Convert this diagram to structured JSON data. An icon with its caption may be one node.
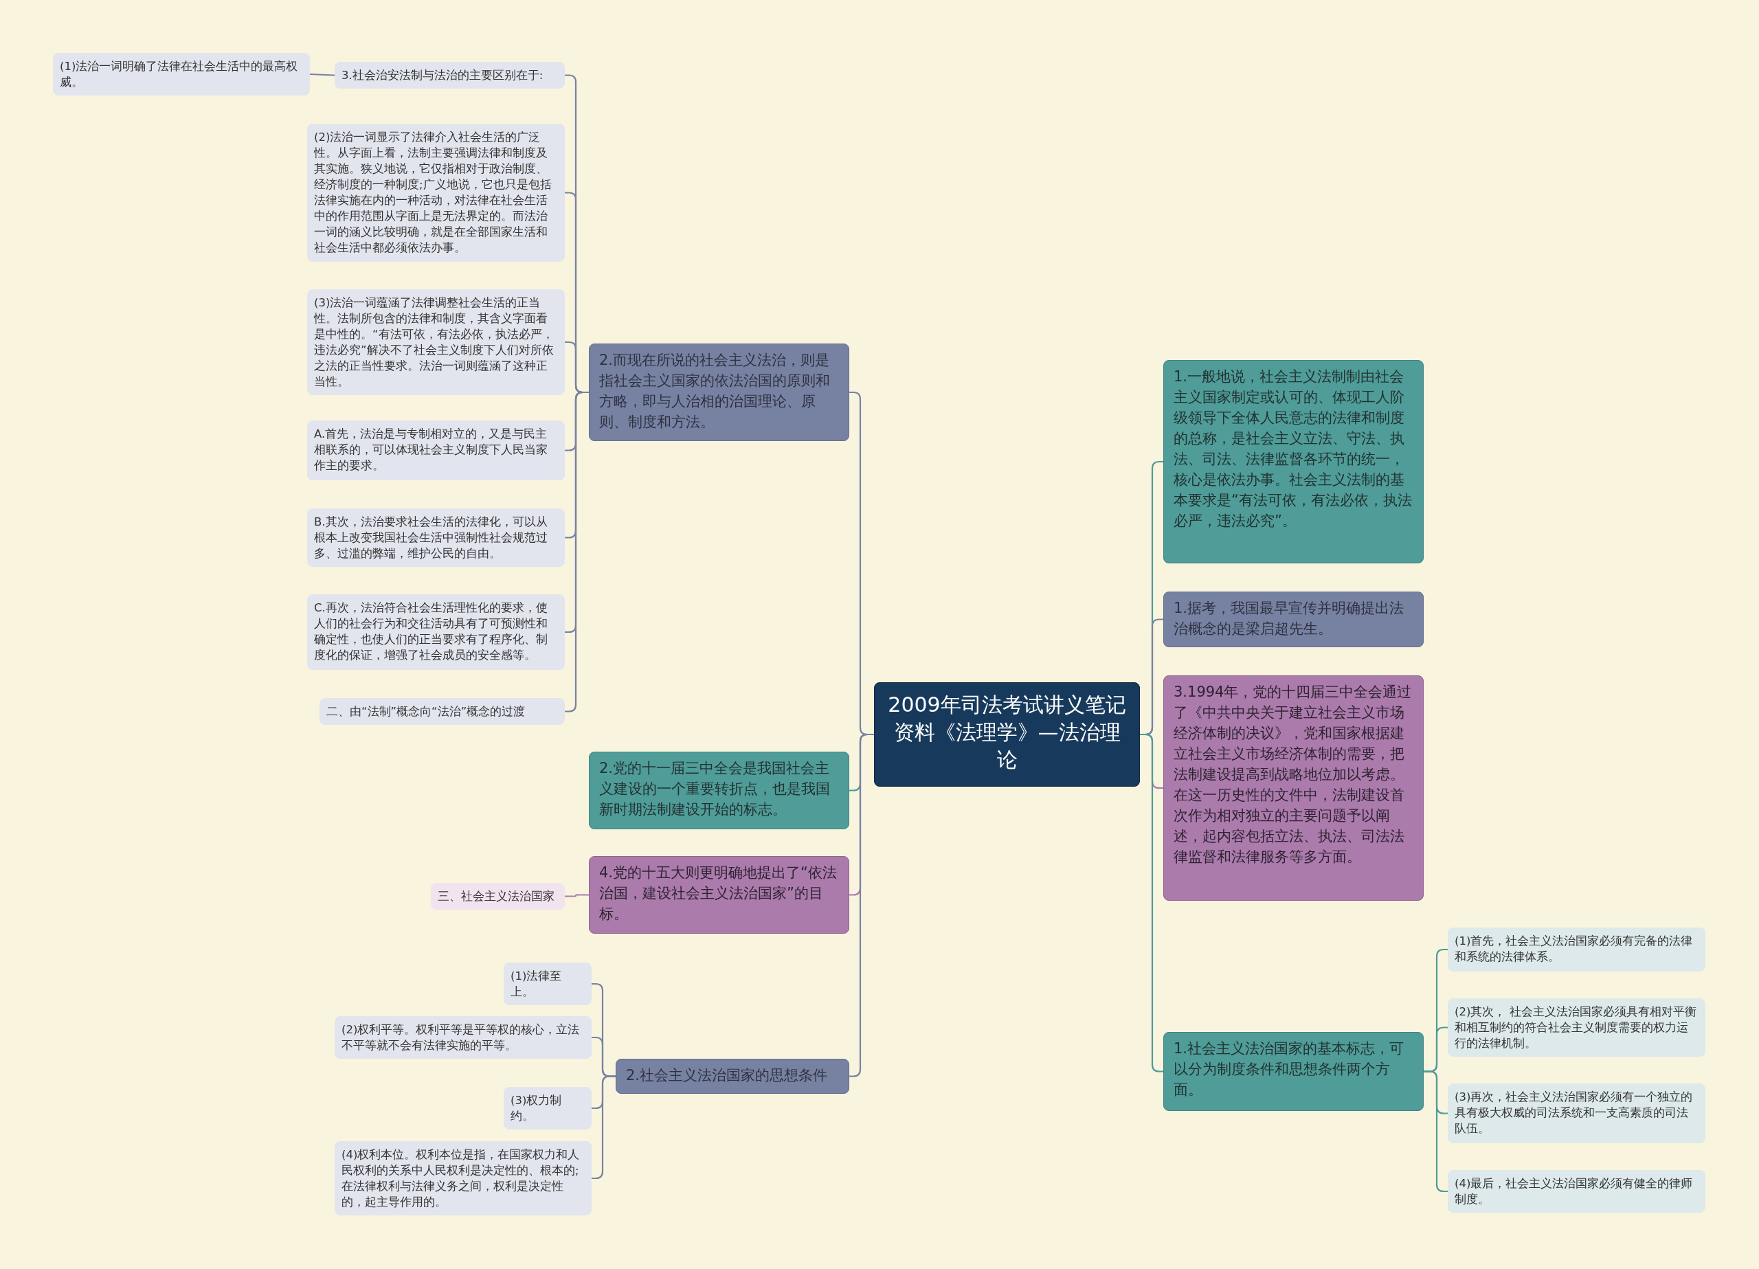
{
  "diagram": {
    "nodes": [
      {
        "text": [
          "2009年司法考试讲义笔记资料《法理学》—法治理论"
        ]
      },
      {
        "text": [
          "2.而现在所说的社会主义法治，则是指社会主义国家的依法治国的原则和方略，即与人治相的治国理论、原则、制度和方法。"
        ]
      },
      {
        "text": [
          "2.党的十一届三中全会是我国社会主义建设的一个重要转折点，也是我国新时期法制建设开始的标志。"
        ]
      },
      {
        "text": [
          "4.党的十五大则更明确地提出了“依法治国，建设社会主义法治国家”的目标。"
        ]
      },
      {
        "text": [
          "2.社会主义法治国家的思想条件"
        ]
      },
      {
        "text": [
          "3.社会治安法制与法治的主要区别在于:"
        ]
      },
      {
        "text": [
          "(1)法治一词明确了法律在社会生活中的最高权威。"
        ]
      },
      {
        "text": [
          "(2)法治一词显示了法律介入社会生活的广泛性。从字面上看，法制主要强调法律和制度及其实施。狭义地说，它仅指相对于政治制度、经济制度的一种制度;广义地说，它也只是包括法律实施在内的一种活动，对法律在社会生活中的作用范围从字面上是无法界定的。而法治一词的涵义比较明确，就是在全部国家生活和社会生活中都必须依法办事。"
        ]
      },
      {
        "text": [
          "(3)法治一词蕴涵了法律调整社会生活的正当性。法制所包含的法律和制度，其含义字面看是中性的。“有法可依，有法必依，执法必严，违法必究”解决不了社会主义制度下人们对所依之法的正当性要求。法治一词则蕴涵了这种正当性。"
        ]
      },
      {
        "text": [
          "A.首先，法治是与专制相对立的，又是与民主相联系的，可以体现社会主义制度下人民当家作主的要求。"
        ]
      },
      {
        "text": [
          "B.其次，法治要求社会生活的法律化，可以从根本上改变我国社会生活中强制性社会规范过多、过滥的弊端，维护公民的自由。"
        ]
      },
      {
        "text": [
          "C.再次，法治符合社会生活理性化的要求，使人们的社会行为和交往活动具有了可预测性和确定性，也使人们的正当要求有了程序化、制度化的保证，增强了社会成员的安全感等。"
        ]
      },
      {
        "text": [
          "二、由“法制”概念向“法治”概念的过渡"
        ]
      },
      {
        "text": [
          "三、社会主义法治国家"
        ]
      },
      {
        "text": [
          "(1)法律至上。"
        ]
      },
      {
        "text": [
          "(2)权利平等。权利平等是平等权的核心，立法不平等就不会有法律实施的平等。"
        ]
      },
      {
        "text": [
          "(3)权力制约。"
        ]
      },
      {
        "text": [
          "(4)权利本位。权利本位是指，在国家权力和人民权利的关系中人民权利是决定性的、根本的;在法律权利与法律义务之间，权利是决定性的，起主导作用的。"
        ]
      },
      {
        "text": [
          "1.一般地说，社会主义法制制由社会主义国家制定或认可的、体现工人阶级领导下全体人民意志的法律和制度的总称，是社会主义立法、守法、执法、司法、法律监督各环节的统一，核心是依法办事。社会主义法制的基本要求是“有法可依，有法必依，执法必严，违法必究”。"
        ]
      },
      {
        "text": [
          "1.据考，我国最早宣传并明确提出法治概念的是梁启超先生。"
        ]
      },
      {
        "text": [
          "3.1994年，党的十四届三中全会通过了《中共中央关于建立社会主义市场经济体制的决议》，党和国家根据建立社会主义市场经济体制的需要，把法制建设提高到战略地位加以考虑。在这一历史性的文件中，法制建设首次作为相对独立的主要问题予以阐述，起内容包括立法、执法、司法法律监督和法律服务等多方面。"
        ]
      },
      {
        "text": [
          "1.社会主义法治国家的基本标志，可以分为制度条件和思想条件两个方面。"
        ]
      },
      {
        "text": [
          "(1)首先，社会主义法治国家必须有完备的法律和系统的法律体系。"
        ]
      },
      {
        "text": [
          "(2)其次， 社会主义法治国家必须具有相对平衡和相互制约的符合社会主义制度需要的权力运行的法律机制。"
        ]
      },
      {
        "text": [
          "(3)再次，社会主义法治国家必须有一个独立的具有极大权威的司法系统和一支高素质的司法队伍。"
        ]
      },
      {
        "text": [
          "(4)最后，社会主义法治国家必须有健全的律师制度。"
        ]
      }
    ],
    "edges": [
      {
        "from": 0,
        "to": 1,
        "arrow": "none"
      },
      {
        "from": 0,
        "to": 2,
        "arrow": "none",
        "color": "#4e9b98"
      },
      {
        "from": 0,
        "to": 3,
        "arrow": "none",
        "color": "#a97aab"
      },
      {
        "from": 0,
        "to": 4,
        "arrow": "none"
      },
      {
        "from": 1,
        "to": 5,
        "arrow": "none"
      },
      {
        "from": 5,
        "to": 6,
        "arrow": "none"
      },
      {
        "from": 1,
        "to": 7,
        "arrow": "none"
      },
      {
        "from": 1,
        "to": 8,
        "arrow": "none"
      },
      {
        "from": 1,
        "to": 9,
        "arrow": "none"
      },
      {
        "from": 1,
        "to": 10,
        "arrow": "none"
      },
      {
        "from": 1,
        "to": 11,
        "arrow": "none"
      },
      {
        "from": 1,
        "to": 12,
        "arrow": "none"
      },
      {
        "from": 3,
        "to": 13,
        "arrow": "none",
        "color": "#a97aab"
      },
      {
        "from": 4,
        "to": 14,
        "arrow": "none"
      },
      {
        "from": 4,
        "to": 15,
        "arrow": "none"
      },
      {
        "from": 4,
        "to": 16,
        "arrow": "none"
      },
      {
        "from": 4,
        "to": 17,
        "arrow": "none"
      },
      {
        "from": 0,
        "to": 18,
        "arrow": "none",
        "color": "#4e9b98"
      },
      {
        "from": 0,
        "to": 19,
        "arrow": "none"
      },
      {
        "from": 0,
        "to": 20,
        "arrow": "none",
        "color": "#a97aab"
      },
      {
        "from": 0,
        "to": 21,
        "arrow": "none",
        "color": "#4e9b98"
      },
      {
        "from": 21,
        "to": 22,
        "arrow": "none",
        "color": "#4e9b98"
      },
      {
        "from": 21,
        "to": 23,
        "arrow": "none",
        "color": "#4e9b98"
      },
      {
        "from": 21,
        "to": 24,
        "arrow": "none",
        "color": "#4e9b98"
      },
      {
        "from": 21,
        "to": 25,
        "arrow": "none",
        "color": "#4e9b98"
      }
    ]
  }
}
